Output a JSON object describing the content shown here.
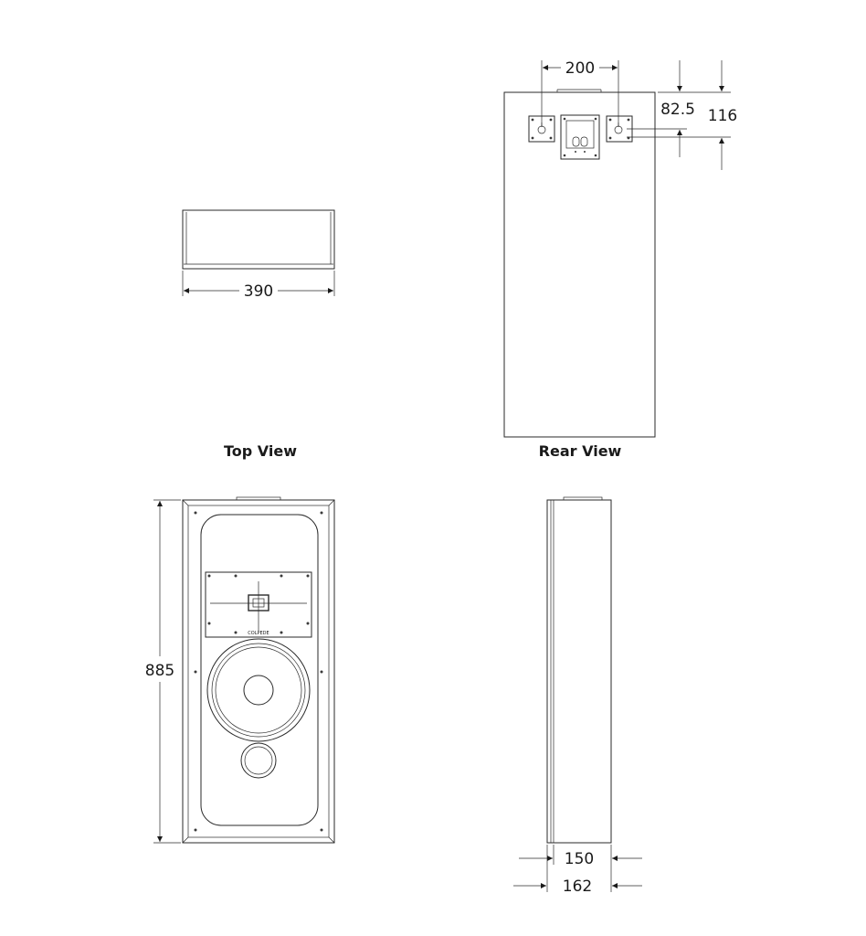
{
  "views": {
    "top": {
      "caption": "Top View",
      "width_dim": "390"
    },
    "rear": {
      "caption": "Rear View",
      "bracket_spacing_dim": "200",
      "offset_dim_1": "82.5",
      "offset_dim_2": "116"
    },
    "front": {
      "height_dim": "885",
      "logo_text": "COLPEDE"
    },
    "side": {
      "depth_dim_1": "150",
      "depth_dim_2": "162"
    }
  },
  "line_color": "#2a2a2a",
  "background": "#ffffff"
}
